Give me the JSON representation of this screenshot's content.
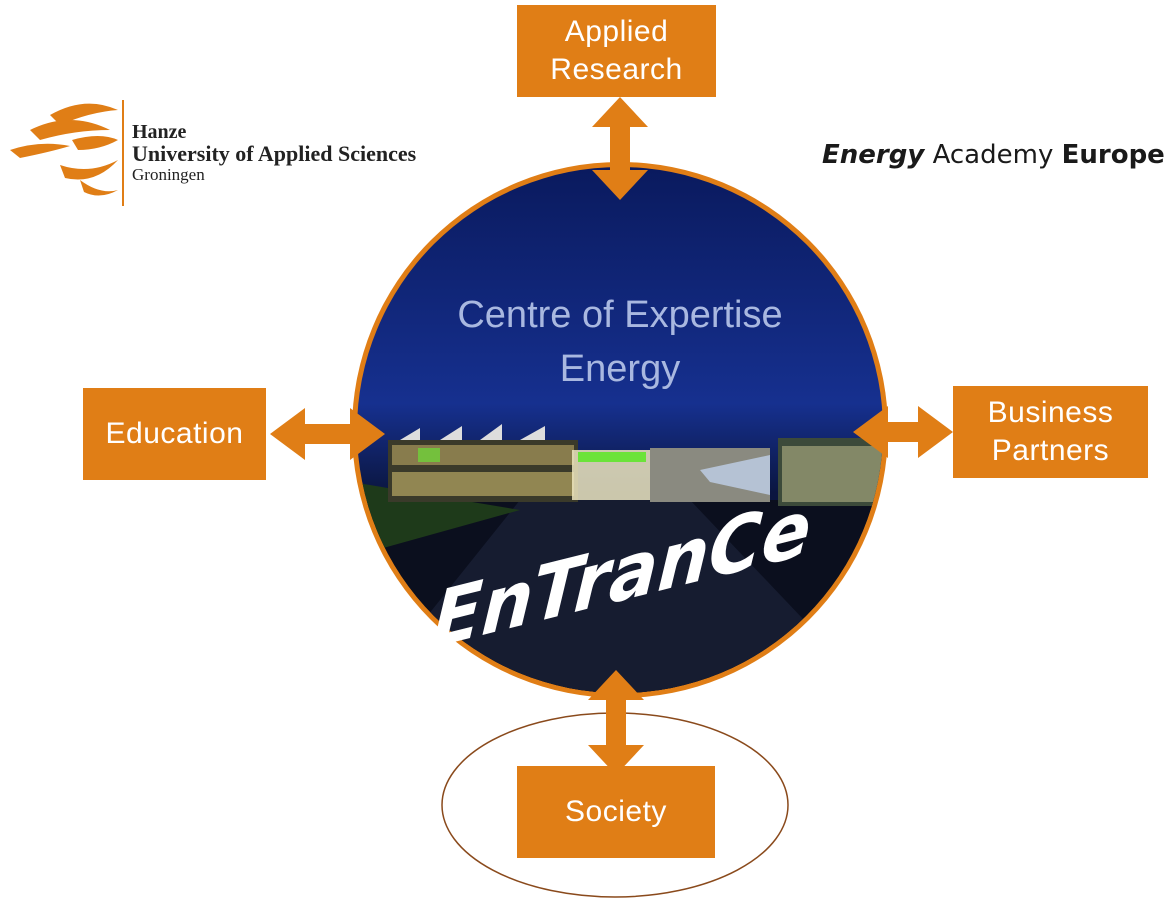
{
  "nodes": {
    "research": [
      "Applied",
      "Research"
    ],
    "education": [
      "Education"
    ],
    "business": [
      "Business",
      "Partners"
    ],
    "society": [
      "Society"
    ]
  },
  "centre": {
    "title_line1": "Centre of Expertise",
    "title_line2": "Energy",
    "wordmark": "EnTranCe"
  },
  "logos": {
    "hanze": {
      "name": "Hanze",
      "university": "University of Applied Sciences",
      "city": "Groningen"
    },
    "energy_academy": {
      "word1": "Energy",
      "word2": "Academy",
      "word3": "Europe"
    }
  },
  "colors": {
    "accent": "#E07E16",
    "box_text": "#FFFFFF",
    "sky_top": "#0A1A5E",
    "sky_bottom": "#05081C",
    "title_text": "#A9B8E0",
    "highlight_oval": "#8A4A1C"
  }
}
